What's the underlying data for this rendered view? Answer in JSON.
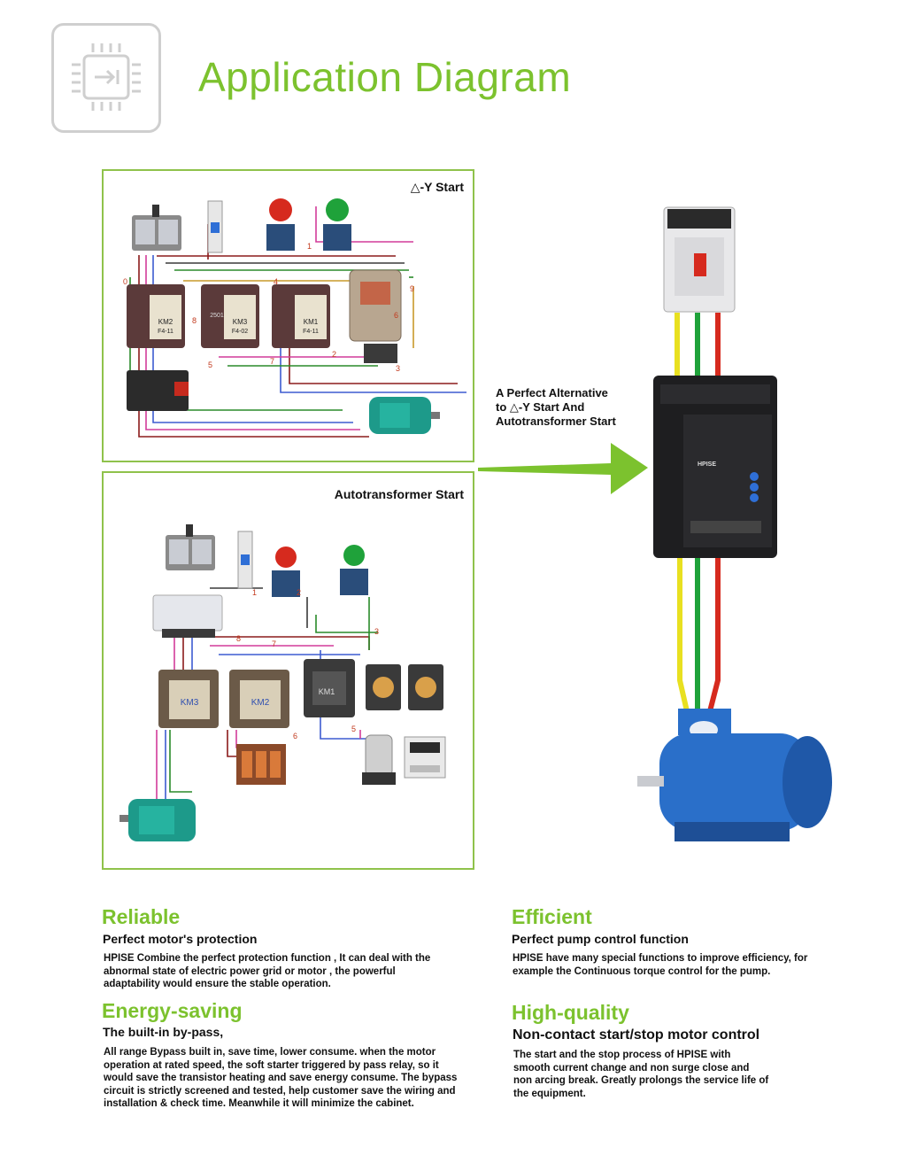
{
  "header": {
    "title": "Application Diagram"
  },
  "panels": {
    "top_label": "△-Y Start",
    "bottom_label": "Autotransformer Start"
  },
  "devices": {
    "km2": "KM2",
    "km3": "KM3",
    "km1": "KM1",
    "f4_11": "F4-11",
    "f4_02": "F4-02",
    "num_2501": "2501",
    "wire_labels_top": [
      "0",
      "8",
      "4",
      "1",
      "9",
      "6",
      "5",
      "7",
      "2",
      "3"
    ],
    "wire_labels_bottom": [
      "1",
      "2",
      "3",
      "8",
      "7",
      "6",
      "5"
    ]
  },
  "starter": {
    "brand": "HPISE"
  },
  "alternative": {
    "line1": "A Perfect Alternative",
    "line2": "to △-Y Start And",
    "line3": "Autotransformer Start"
  },
  "features": {
    "reliable": {
      "heading": "Reliable",
      "sub": "Perfect motor's protection",
      "body": "HPISE Combine the perfect protection function , It can deal with the abnormal state of electric power grid or motor , the powerful adaptability would ensure the stable operation."
    },
    "efficient": {
      "heading": "Efficient",
      "sub": "Perfect pump control function",
      "body": "HPISE have many special functions to improve efficiency, for example the Continuous torque control for the pump."
    },
    "energy": {
      "heading": "Energy-saving",
      "sub": "The built-in by-pass,",
      "body": "All range Bypass built in, save time, lower consume. when the motor operation at rated speed, the soft starter triggered by pass relay, so it would save the transistor heating and save energy consume. The bypass circuit is strictly screened and tested, help customer save the wiring and installation & check time. Meanwhile it will minimize the cabinet."
    },
    "quality": {
      "heading": "High-quality",
      "sub": "Non-contact start/stop motor control",
      "body": "The start and the stop process of HPISE with smooth current change and non surge close and non arcing break. Greatly prolongs the service life of the equipment."
    }
  },
  "colors": {
    "accent": "#7cc22e",
    "border": "#8fc24b",
    "wire_yellow": "#e8e020",
    "wire_green": "#1fa23a",
    "wire_red": "#d62a1e",
    "motor_blue": "#2a6fc9"
  }
}
